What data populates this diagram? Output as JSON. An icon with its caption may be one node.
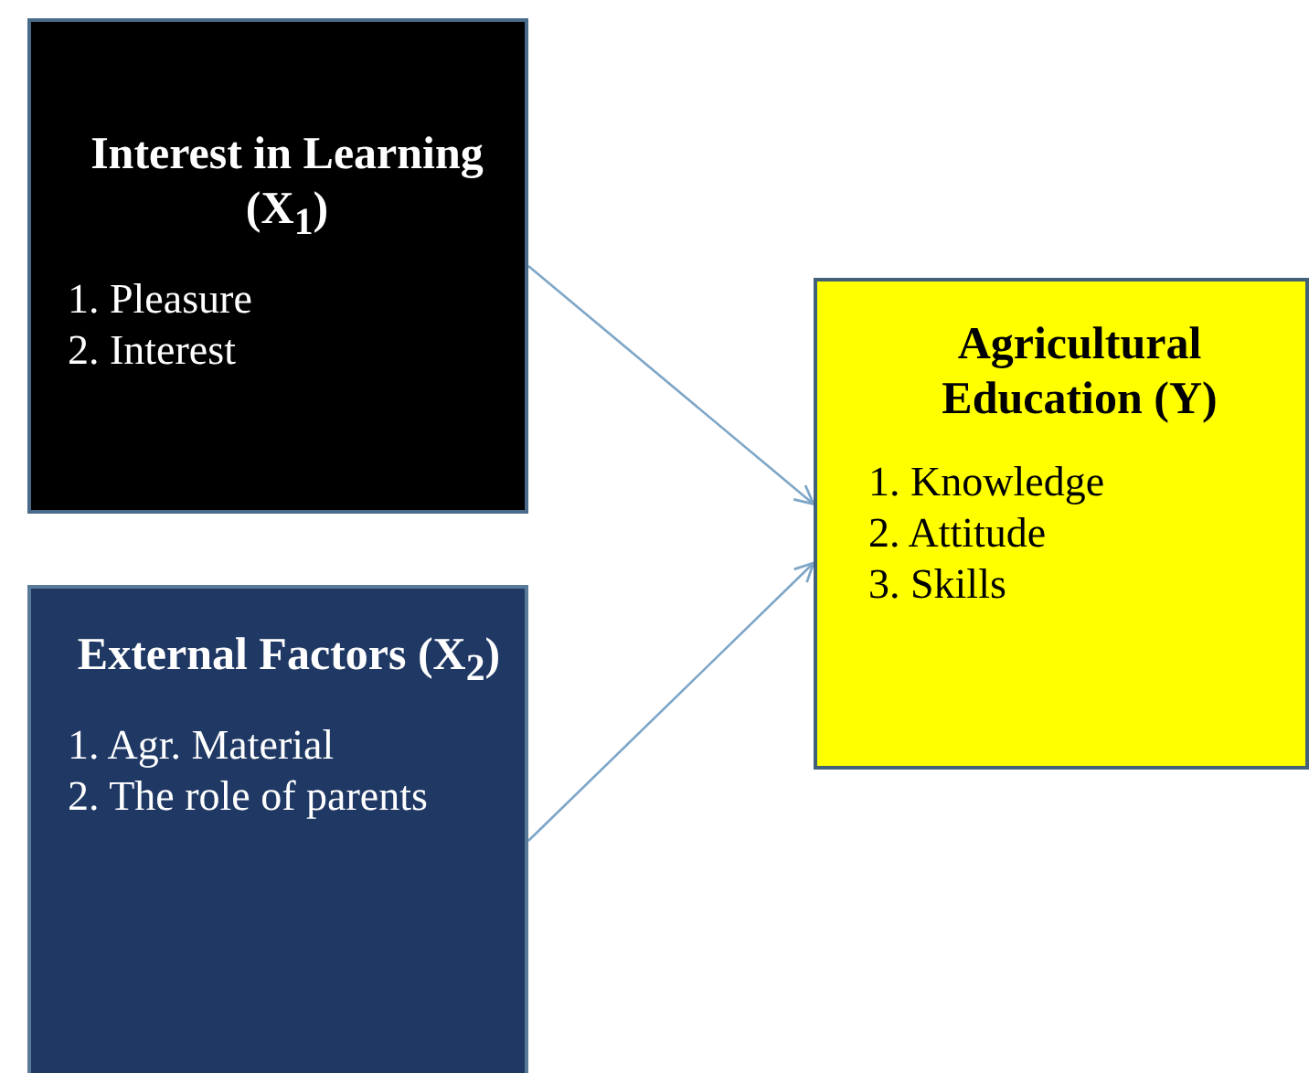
{
  "diagram": {
    "nodes": [
      {
        "text": [
          "Interest in Learning (X$_{1}$)",
          "1. Pleasure",
          "2. Interest"
        ]
      },
      {
        "text": [
          "External Factors (X$_{2}$)",
          "1. Agr. Material",
          "2. The role of parents"
        ]
      },
      {
        "text": [
          "Agricultural Education (Y)",
          "1. Knowledge",
          "2. Attitude",
          "3. Skills"
        ]
      }
    ],
    "edges": [
      {
        "from": 0,
        "to": 2,
        "arrow": "to"
      },
      {
        "from": 1,
        "to": 2,
        "arrow": "to"
      }
    ]
  }
}
